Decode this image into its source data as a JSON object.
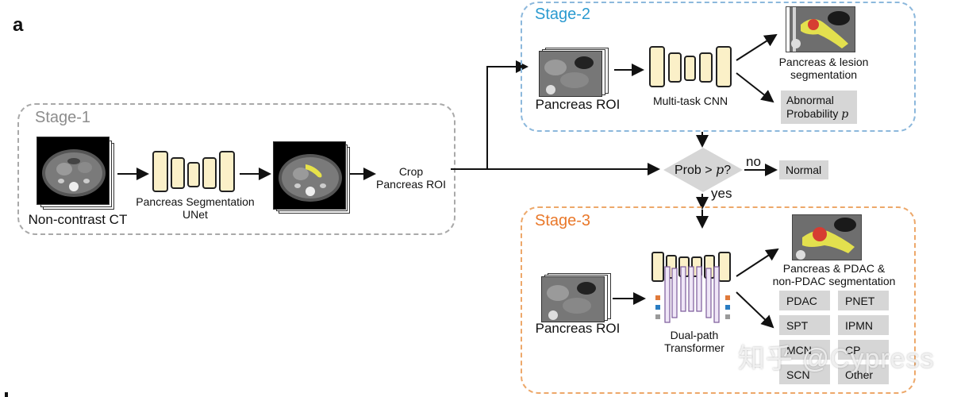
{
  "panel": {
    "letter": "a"
  },
  "stage1": {
    "title": "Stage-1",
    "input_label": "Non-contrast CT",
    "network_label_line1": "Pancreas Segmentation",
    "network_label_line2": "UNet",
    "crop_line1": "Crop",
    "crop_line2": "Pancreas ROI"
  },
  "stage2": {
    "title": "Stage-2",
    "input_label": "Pancreas ROI",
    "network_label": "Multi-task CNN",
    "seg_line1": "Pancreas & lesion",
    "seg_line2": "segmentation",
    "prob_line1": "Abnormal",
    "prob_line2": "Probability",
    "prob_symbol": "p"
  },
  "decision": {
    "text": "Prob > ",
    "symbol": "p",
    "suffix": "?",
    "no_label": "no",
    "yes_label": "yes",
    "normal_label": "Normal"
  },
  "stage3": {
    "title": "Stage-3",
    "input_label": "Pancreas ROI",
    "network_line1": "Dual-path",
    "network_line2": "Transformer",
    "seg_line1": "Pancreas & PDAC &",
    "seg_line2": "non-PDAC segmentation",
    "classes": [
      "PDAC",
      "PNET",
      "SPT",
      "IPMN",
      "MCN",
      "CP",
      "SCN",
      "Other"
    ]
  },
  "watermark": "知乎 @Cypress",
  "colors": {
    "stage1_border": "#a9a9a9",
    "stage1_title": "#8c8c8c",
    "stage2_border": "#8cb8dc",
    "stage2_title": "#2a9ad0",
    "stage3_border": "#eda86a",
    "stage3_title": "#e9782a",
    "block_fill": "#fbf0c8",
    "gray_box": "#d6d6d6"
  }
}
